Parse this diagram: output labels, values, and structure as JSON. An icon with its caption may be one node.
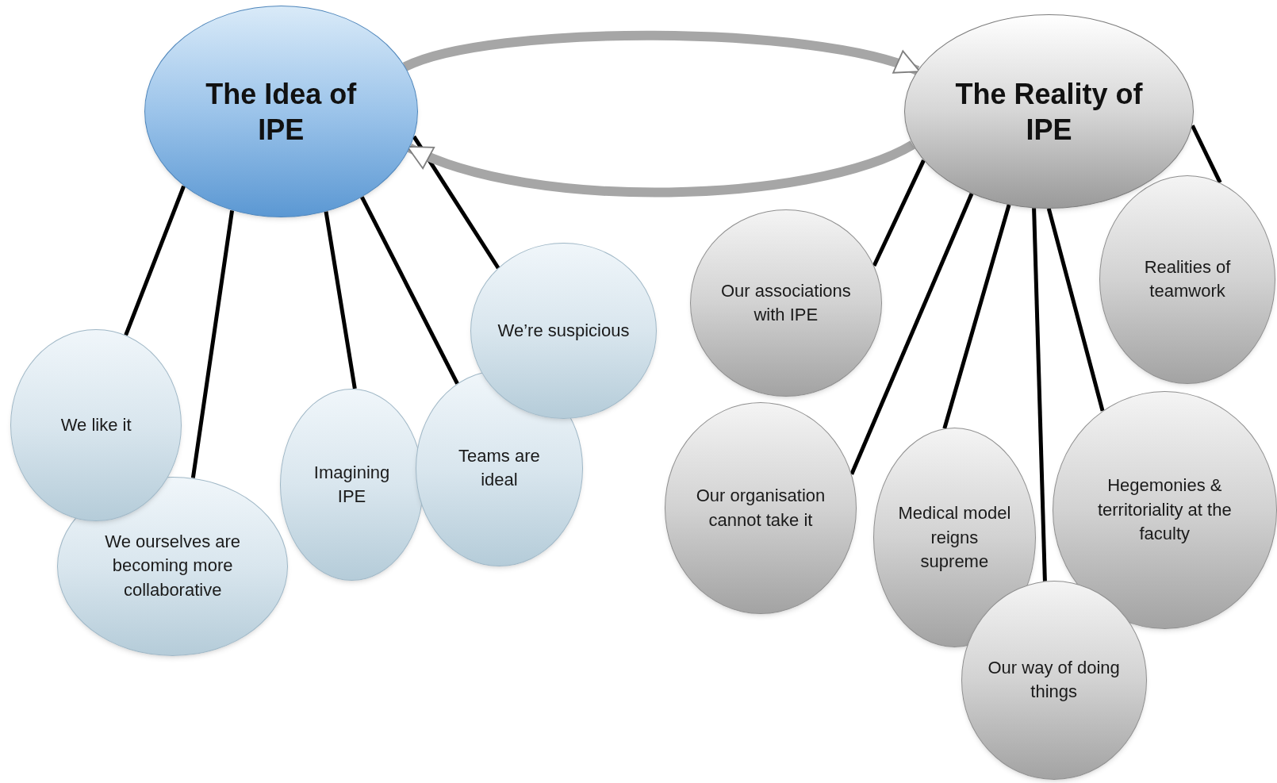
{
  "diagram": {
    "nodes": [
      {
        "text": [
          "The Idea of IPE"
        ]
      },
      {
        "text": [
          "We like it"
        ]
      },
      {
        "text": [
          "We ourselves are becoming more collaborative"
        ]
      },
      {
        "text": [
          "Imagining IPE"
        ]
      },
      {
        "text": [
          "Teams are ideal"
        ]
      },
      {
        "text": [
          "We’re suspicious"
        ]
      },
      {
        "text": [
          "The Reality of IPE"
        ]
      },
      {
        "text": [
          "Our associations with IPE"
        ]
      },
      {
        "text": [
          "Our organisation cannot take it"
        ]
      },
      {
        "text": [
          "Medical model reigns supreme"
        ]
      },
      {
        "text": [
          "Our way of doing things"
        ]
      },
      {
        "text": [
          "Hegemonies & territoriality at the faculty"
        ]
      },
      {
        "text": [
          "Realities of teamwork"
        ]
      }
    ],
    "edges": [
      {
        "from": 0,
        "to": 1,
        "arrow": "none"
      },
      {
        "from": 0,
        "to": 2,
        "arrow": "none"
      },
      {
        "from": 0,
        "to": 3,
        "arrow": "none"
      },
      {
        "from": 0,
        "to": 4,
        "arrow": "none"
      },
      {
        "from": 0,
        "to": 5,
        "arrow": "none"
      },
      {
        "from": 6,
        "to": 7,
        "arrow": "none"
      },
      {
        "from": 6,
        "to": 8,
        "arrow": "none"
      },
      {
        "from": 6,
        "to": 9,
        "arrow": "none"
      },
      {
        "from": 6,
        "to": 10,
        "arrow": "none"
      },
      {
        "from": 6,
        "to": 11,
        "arrow": "none"
      },
      {
        "from": 6,
        "to": 12,
        "arrow": "none"
      },
      {
        "from": 0,
        "to": 6,
        "arrow": "to",
        "style": "thick",
        "color": "#a6a6a6"
      },
      {
        "from": 6,
        "to": 0,
        "arrow": "to",
        "style": "thick",
        "color": "#a6a6a6"
      }
    ]
  }
}
